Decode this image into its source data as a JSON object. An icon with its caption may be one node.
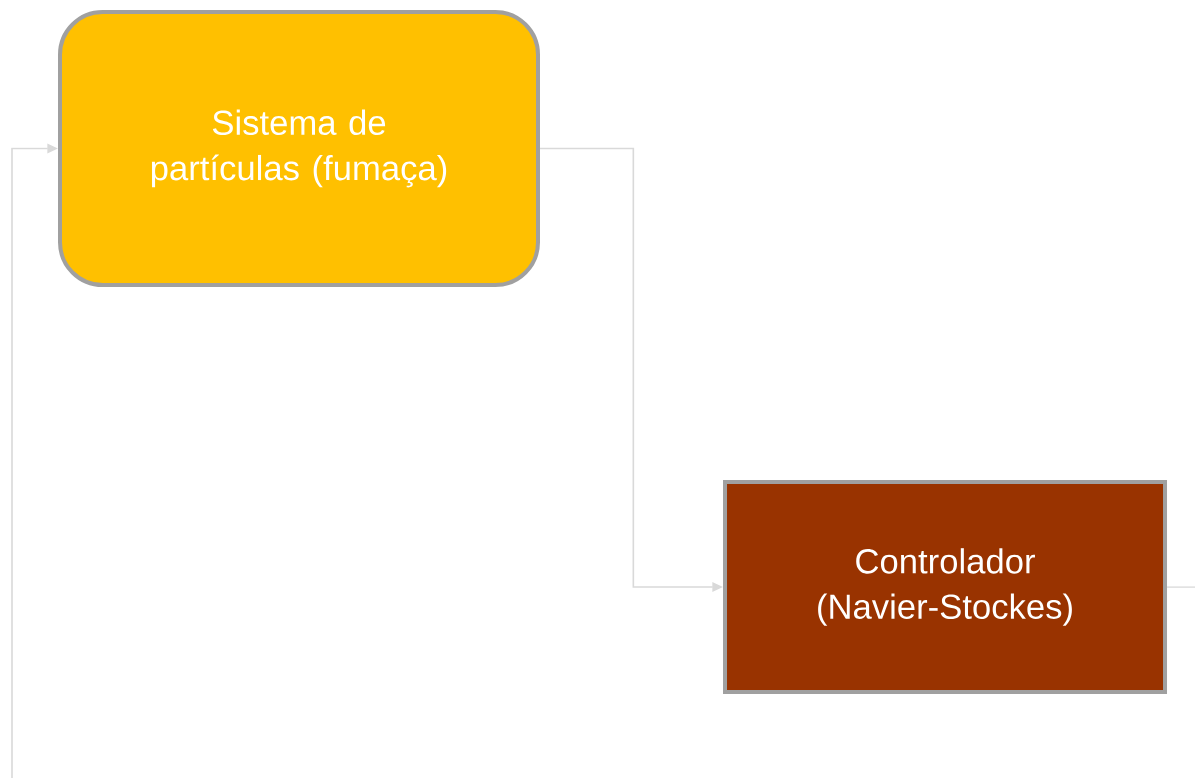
{
  "diagram": {
    "nodes": [
      {
        "text": [
          "Sistema de partículas (fumaça)"
        ]
      },
      {
        "text": [
          "Controlador (Navier-Stockes)"
        ]
      }
    ],
    "edges": [
      {
        "from": 0,
        "to": 1,
        "arrow": "to"
      },
      {
        "from": 1,
        "to": null,
        "arrow": "none"
      },
      {
        "from": null,
        "to": 0,
        "arrow": "to"
      }
    ]
  }
}
